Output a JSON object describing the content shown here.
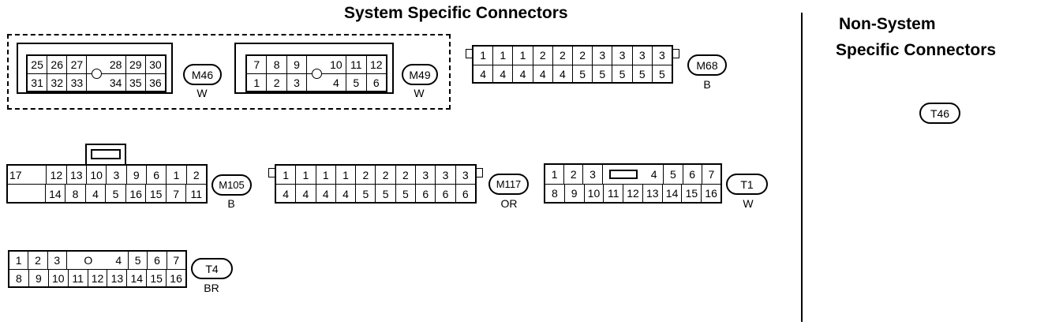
{
  "titles": {
    "system": "System Specific Connectors",
    "non_system_line1": "Non-System",
    "non_system_line2": "Specific Connectors"
  },
  "connectors": {
    "m46": {
      "id": "M46",
      "color": "W",
      "rows": [
        [
          "25",
          "26",
          "27",
          "28",
          "29",
          "30"
        ],
        [
          "31",
          "32",
          "33",
          "34",
          "35",
          "36"
        ]
      ]
    },
    "m49": {
      "id": "M49",
      "color": "W",
      "rows": [
        [
          "7",
          "8",
          "9",
          "10",
          "11",
          "12"
        ],
        [
          "1",
          "2",
          "3",
          "4",
          "5",
          "6"
        ]
      ]
    },
    "m68": {
      "id": "M68",
      "color": "B",
      "rows": [
        [
          "1",
          "1",
          "1",
          "2",
          "2",
          "2",
          "3",
          "3",
          "3",
          "3"
        ],
        [
          "4",
          "4",
          "4",
          "4",
          "4",
          "5",
          "5",
          "5",
          "5",
          "5"
        ]
      ]
    },
    "m105": {
      "id": "M105",
      "color": "B",
      "rows": [
        [
          "17",
          "",
          "12",
          "13",
          "10",
          "3",
          "9",
          "6",
          "1",
          "2"
        ],
        [
          "",
          "",
          "14",
          "8",
          "4",
          "5",
          "16",
          "15",
          "7",
          "11"
        ]
      ]
    },
    "m117": {
      "id": "M117",
      "color": "OR",
      "rows": [
        [
          "1",
          "1",
          "1",
          "1",
          "2",
          "2",
          "2",
          "3",
          "3",
          "3"
        ],
        [
          "4",
          "4",
          "4",
          "4",
          "5",
          "5",
          "5",
          "6",
          "6",
          "6"
        ]
      ]
    },
    "t1": {
      "id": "T1",
      "color": "W",
      "rows": [
        [
          "1",
          "2",
          "3",
          "",
          "4",
          "5",
          "6",
          "7"
        ],
        [
          "8",
          "9",
          "10",
          "11",
          "12",
          "13",
          "14",
          "15",
          "16"
        ]
      ]
    },
    "t4": {
      "id": "T4",
      "color": "BR",
      "rows": [
        [
          "1",
          "2",
          "3",
          "O",
          "4",
          "5",
          "6",
          "7"
        ],
        [
          "8",
          "9",
          "10",
          "11",
          "12",
          "13",
          "14",
          "15",
          "16"
        ]
      ]
    },
    "t46": {
      "id": "T46"
    }
  }
}
